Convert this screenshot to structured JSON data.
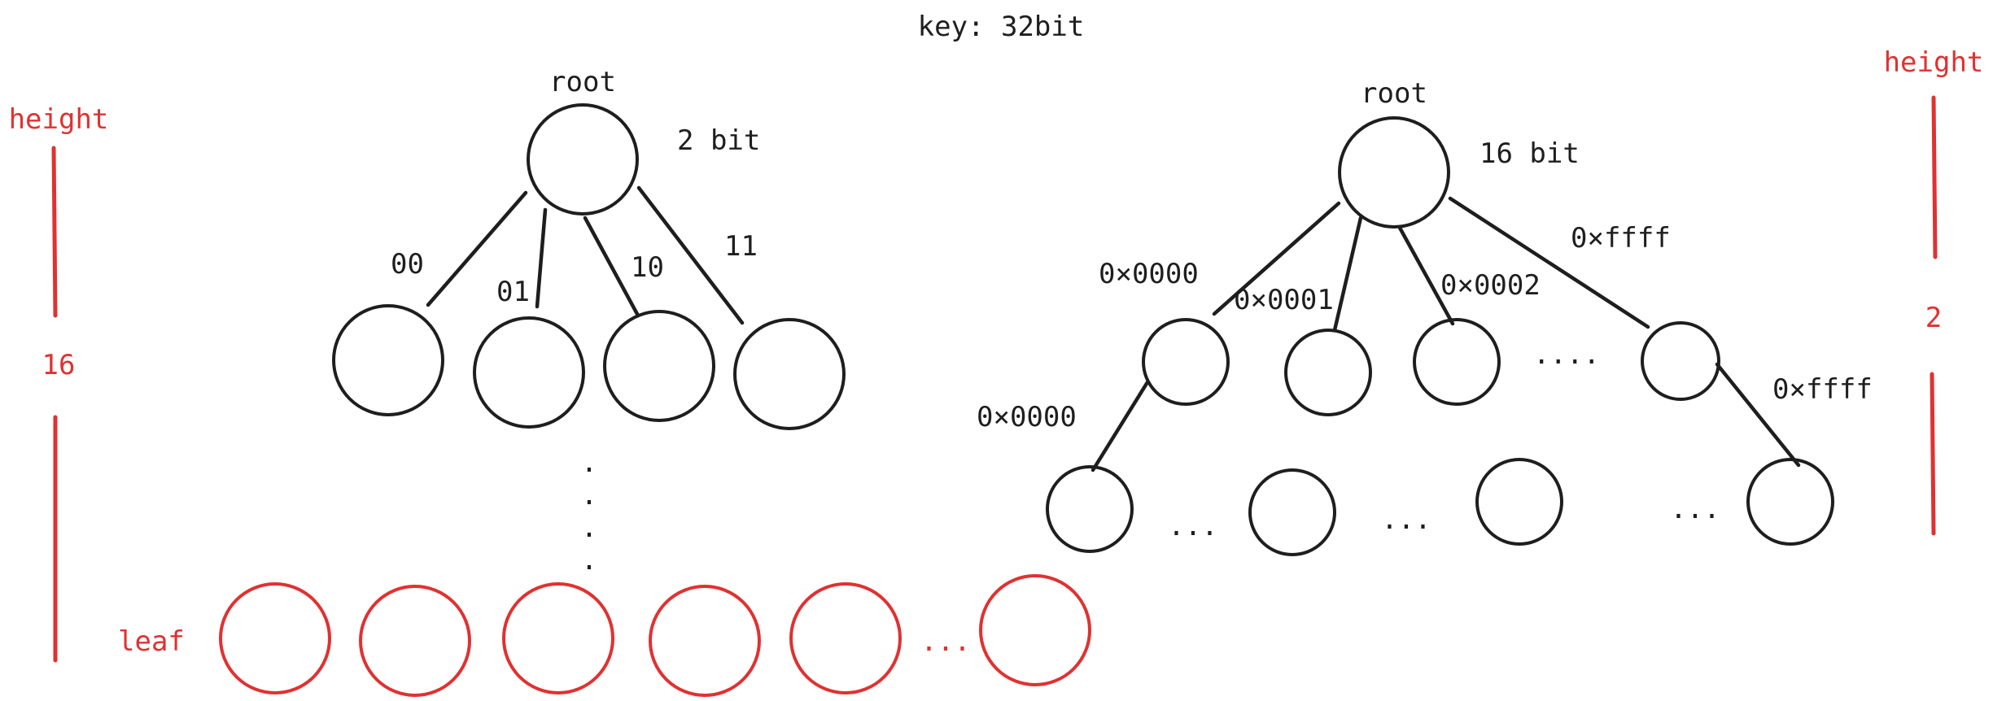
{
  "title": "key: 32bit",
  "colors": {
    "ink": "#1e1e1e",
    "accent": "#e03131",
    "background": "#ffffff"
  },
  "left_tree": {
    "root_label": "root",
    "bits_label": "2 bit",
    "edge_labels": [
      "00",
      "01",
      "10",
      "11"
    ],
    "continuation": ".",
    "leaf_label": "leaf",
    "leaf_ellipsis": "...",
    "height_label": "height",
    "height_value": "16"
  },
  "right_tree": {
    "root_label": "root",
    "bits_label": "16 bit",
    "edge_labels": [
      "0×0000",
      "0×0001",
      "0×0002",
      "0×ffff"
    ],
    "level1_ellipsis": "....",
    "child_edge_labels": [
      "0×0000",
      "0×ffff"
    ],
    "level2_ellipsis": [
      "...",
      "...",
      "..."
    ],
    "height_label": "height",
    "height_value": "2"
  }
}
